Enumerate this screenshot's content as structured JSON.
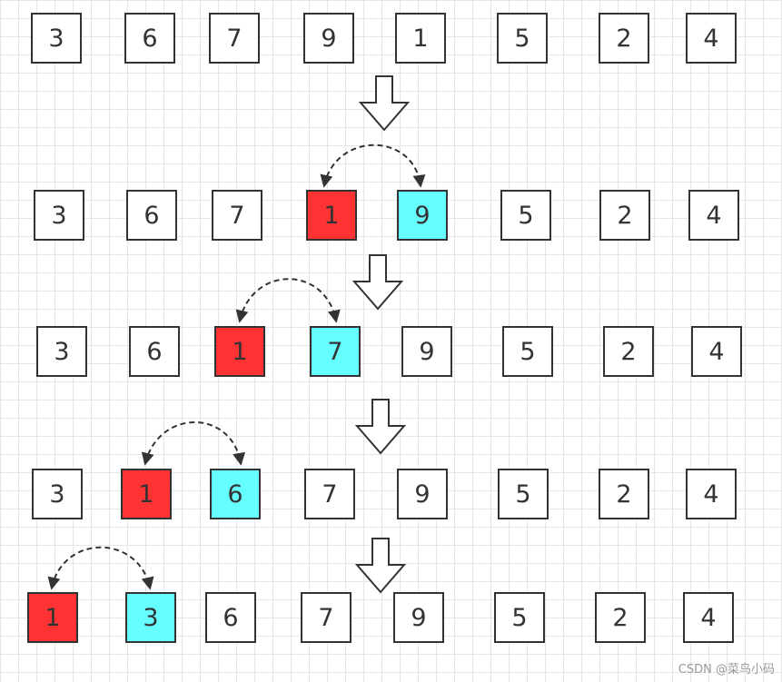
{
  "colors": {
    "stroke": "#333333",
    "swapped_low": "#ff3333",
    "swapped_high": "#66ffff",
    "default_fill": "#ffffff"
  },
  "steps": [
    {
      "values": [
        "3",
        "6",
        "7",
        "9",
        "1",
        "5",
        "2",
        "4"
      ],
      "highlight": []
    },
    {
      "values": [
        "3",
        "6",
        "7",
        "1",
        "9",
        "5",
        "2",
        "4"
      ],
      "highlight": [
        {
          "index": 3,
          "color": "red"
        },
        {
          "index": 4,
          "color": "cyan"
        }
      ]
    },
    {
      "values": [
        "3",
        "6",
        "1",
        "7",
        "9",
        "5",
        "2",
        "4"
      ],
      "highlight": [
        {
          "index": 2,
          "color": "red"
        },
        {
          "index": 3,
          "color": "cyan"
        }
      ]
    },
    {
      "values": [
        "3",
        "1",
        "6",
        "7",
        "9",
        "5",
        "2",
        "4"
      ],
      "highlight": [
        {
          "index": 1,
          "color": "red"
        },
        {
          "index": 2,
          "color": "cyan"
        }
      ]
    },
    {
      "values": [
        "1",
        "3",
        "6",
        "7",
        "9",
        "5",
        "2",
        "4"
      ],
      "highlight": [
        {
          "index": 0,
          "color": "red"
        },
        {
          "index": 1,
          "color": "cyan"
        }
      ]
    }
  ],
  "watermark": "CSDN @菜鸟小码"
}
